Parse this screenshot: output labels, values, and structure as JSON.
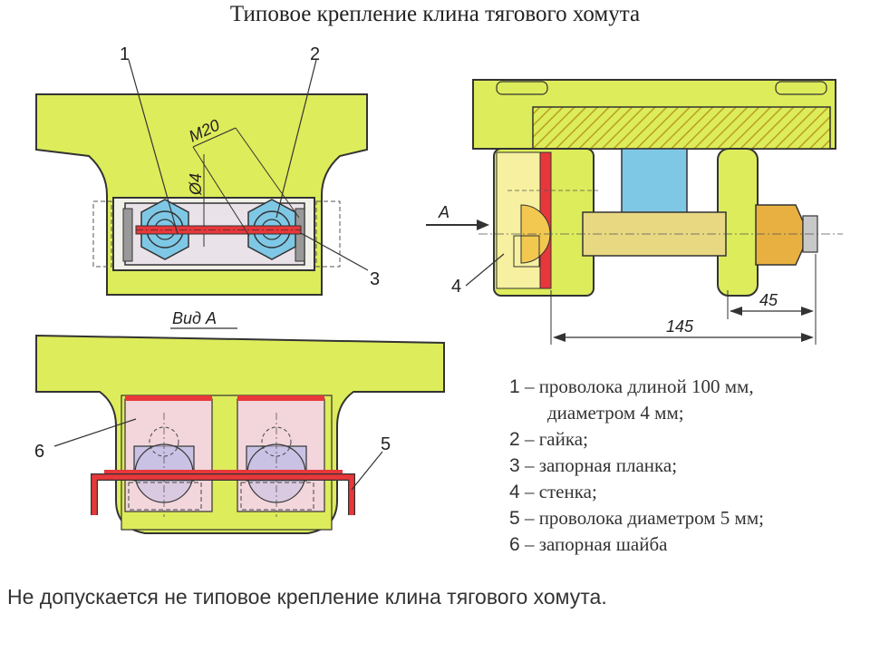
{
  "title": "Типовое крепление клина тягового хомута",
  "callouts": [
    "1",
    "2",
    "3",
    "4",
    "5",
    "6"
  ],
  "dimensions": {
    "thread": "М20",
    "wire_diameter": "Ø4",
    "length_total": "145",
    "length_end": "45"
  },
  "view_label": "Вид А",
  "arrow_label": "А",
  "legend": [
    {
      "num": "1",
      "text": "– проволока длиной 100 мм,",
      "cont": "диаметром 4 мм;"
    },
    {
      "num": "2",
      "text": "– гайка;"
    },
    {
      "num": "3",
      "text": "– запорная планка;"
    },
    {
      "num": "4",
      "text": "– стенка;"
    },
    {
      "num": "5",
      "text": "– проволока диаметром 5 мм;"
    },
    {
      "num": "6",
      "text": "– запорная шайба"
    }
  ],
  "note": "Не допускается не типовое крепление клина тягового хомута.",
  "colors": {
    "body": "#ddec5a",
    "outline": "#333333",
    "wire": "#e8373a",
    "nut": "#7ec8e6",
    "washer": "#f2d6dc",
    "bolt_head": "#c9c2e4",
    "wall": "#f6f0a0",
    "hatch": "#d0b820",
    "nut_orange": "#e8b040"
  }
}
